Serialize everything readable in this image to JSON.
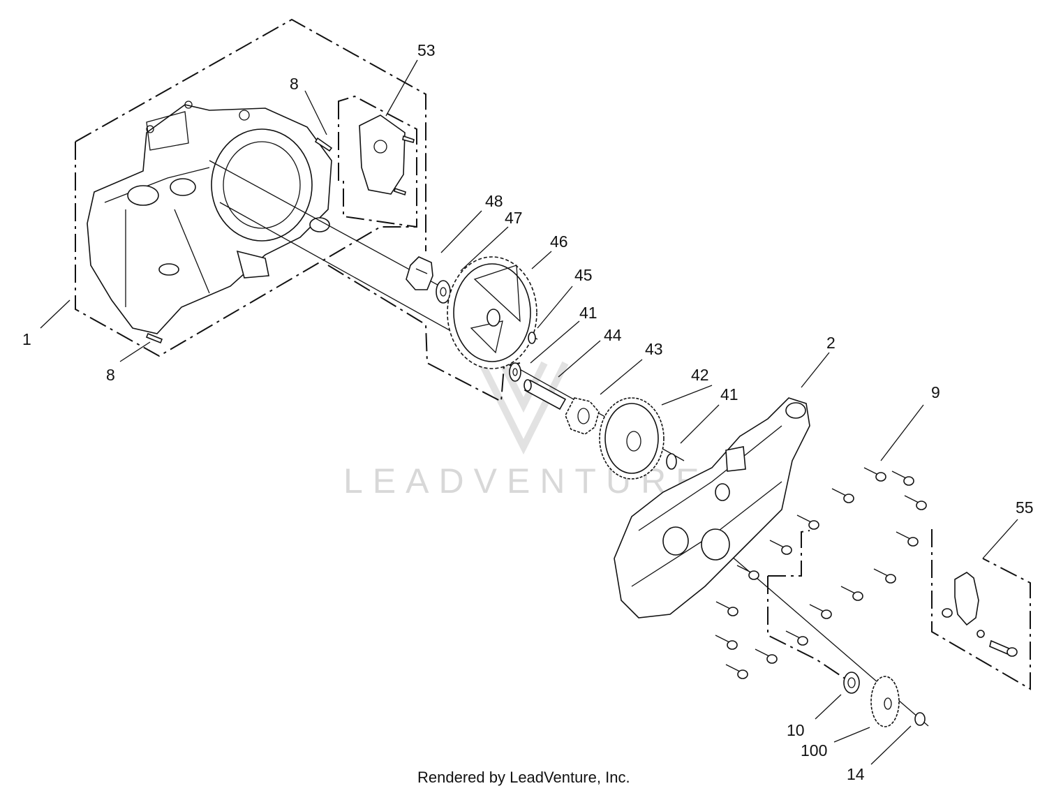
{
  "callouts": {
    "c1": "1",
    "c2": "2",
    "c8a": "8",
    "c8b": "8",
    "c9": "9",
    "c10": "10",
    "c14": "14",
    "c41a": "41",
    "c41b": "41",
    "c42": "42",
    "c43": "43",
    "c44": "44",
    "c45": "45",
    "c46": "46",
    "c47": "47",
    "c48": "48",
    "c53": "53",
    "c55": "55",
    "c100": "100"
  },
  "watermark": "LEADVENTURE",
  "footer": "Rendered by LeadVenture, Inc."
}
